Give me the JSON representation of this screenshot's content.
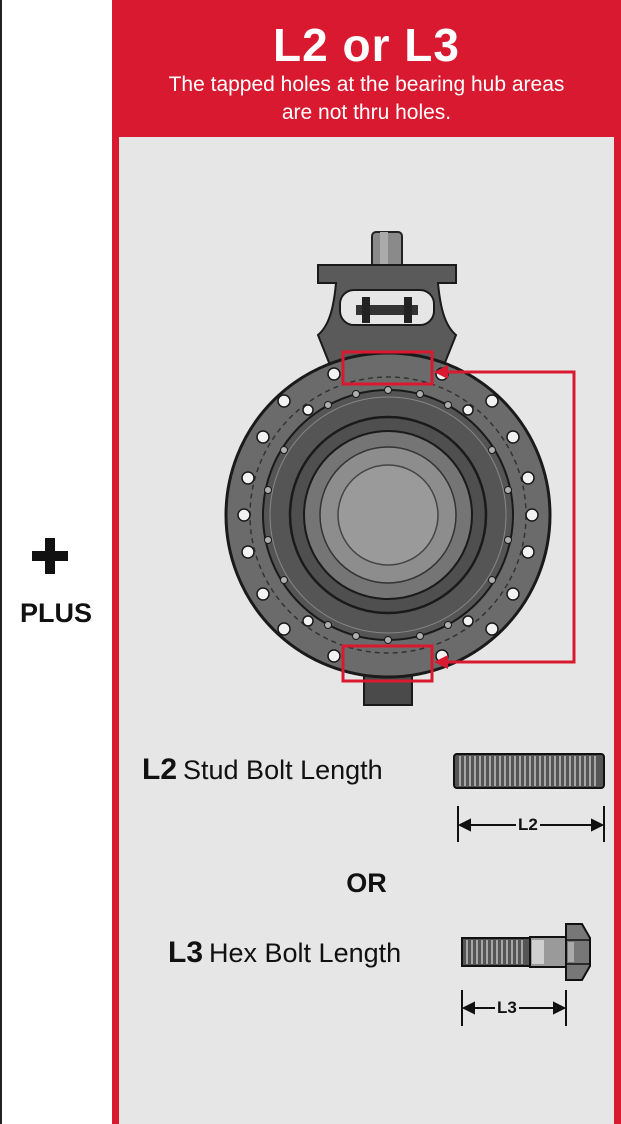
{
  "header": {
    "title": "L2 or L3",
    "subtitle": "The tapped holes at the bearing hub areas are not thru holes."
  },
  "side": {
    "plus_label": "PLUS"
  },
  "stud_bolt": {
    "code": "L2",
    "label": "Stud Bolt Length",
    "dimension": "L2"
  },
  "separator": "OR",
  "hex_bolt": {
    "code": "L3",
    "label": "Hex Bolt Length",
    "dimension": "L3"
  },
  "colors": {
    "accent": "#d8192f",
    "panel": "#e6e6e6",
    "valve_body": "#555555"
  },
  "icons": [
    "plus-icon",
    "butterfly-valve-illustration",
    "stud-bolt-icon",
    "hex-bolt-icon"
  ]
}
